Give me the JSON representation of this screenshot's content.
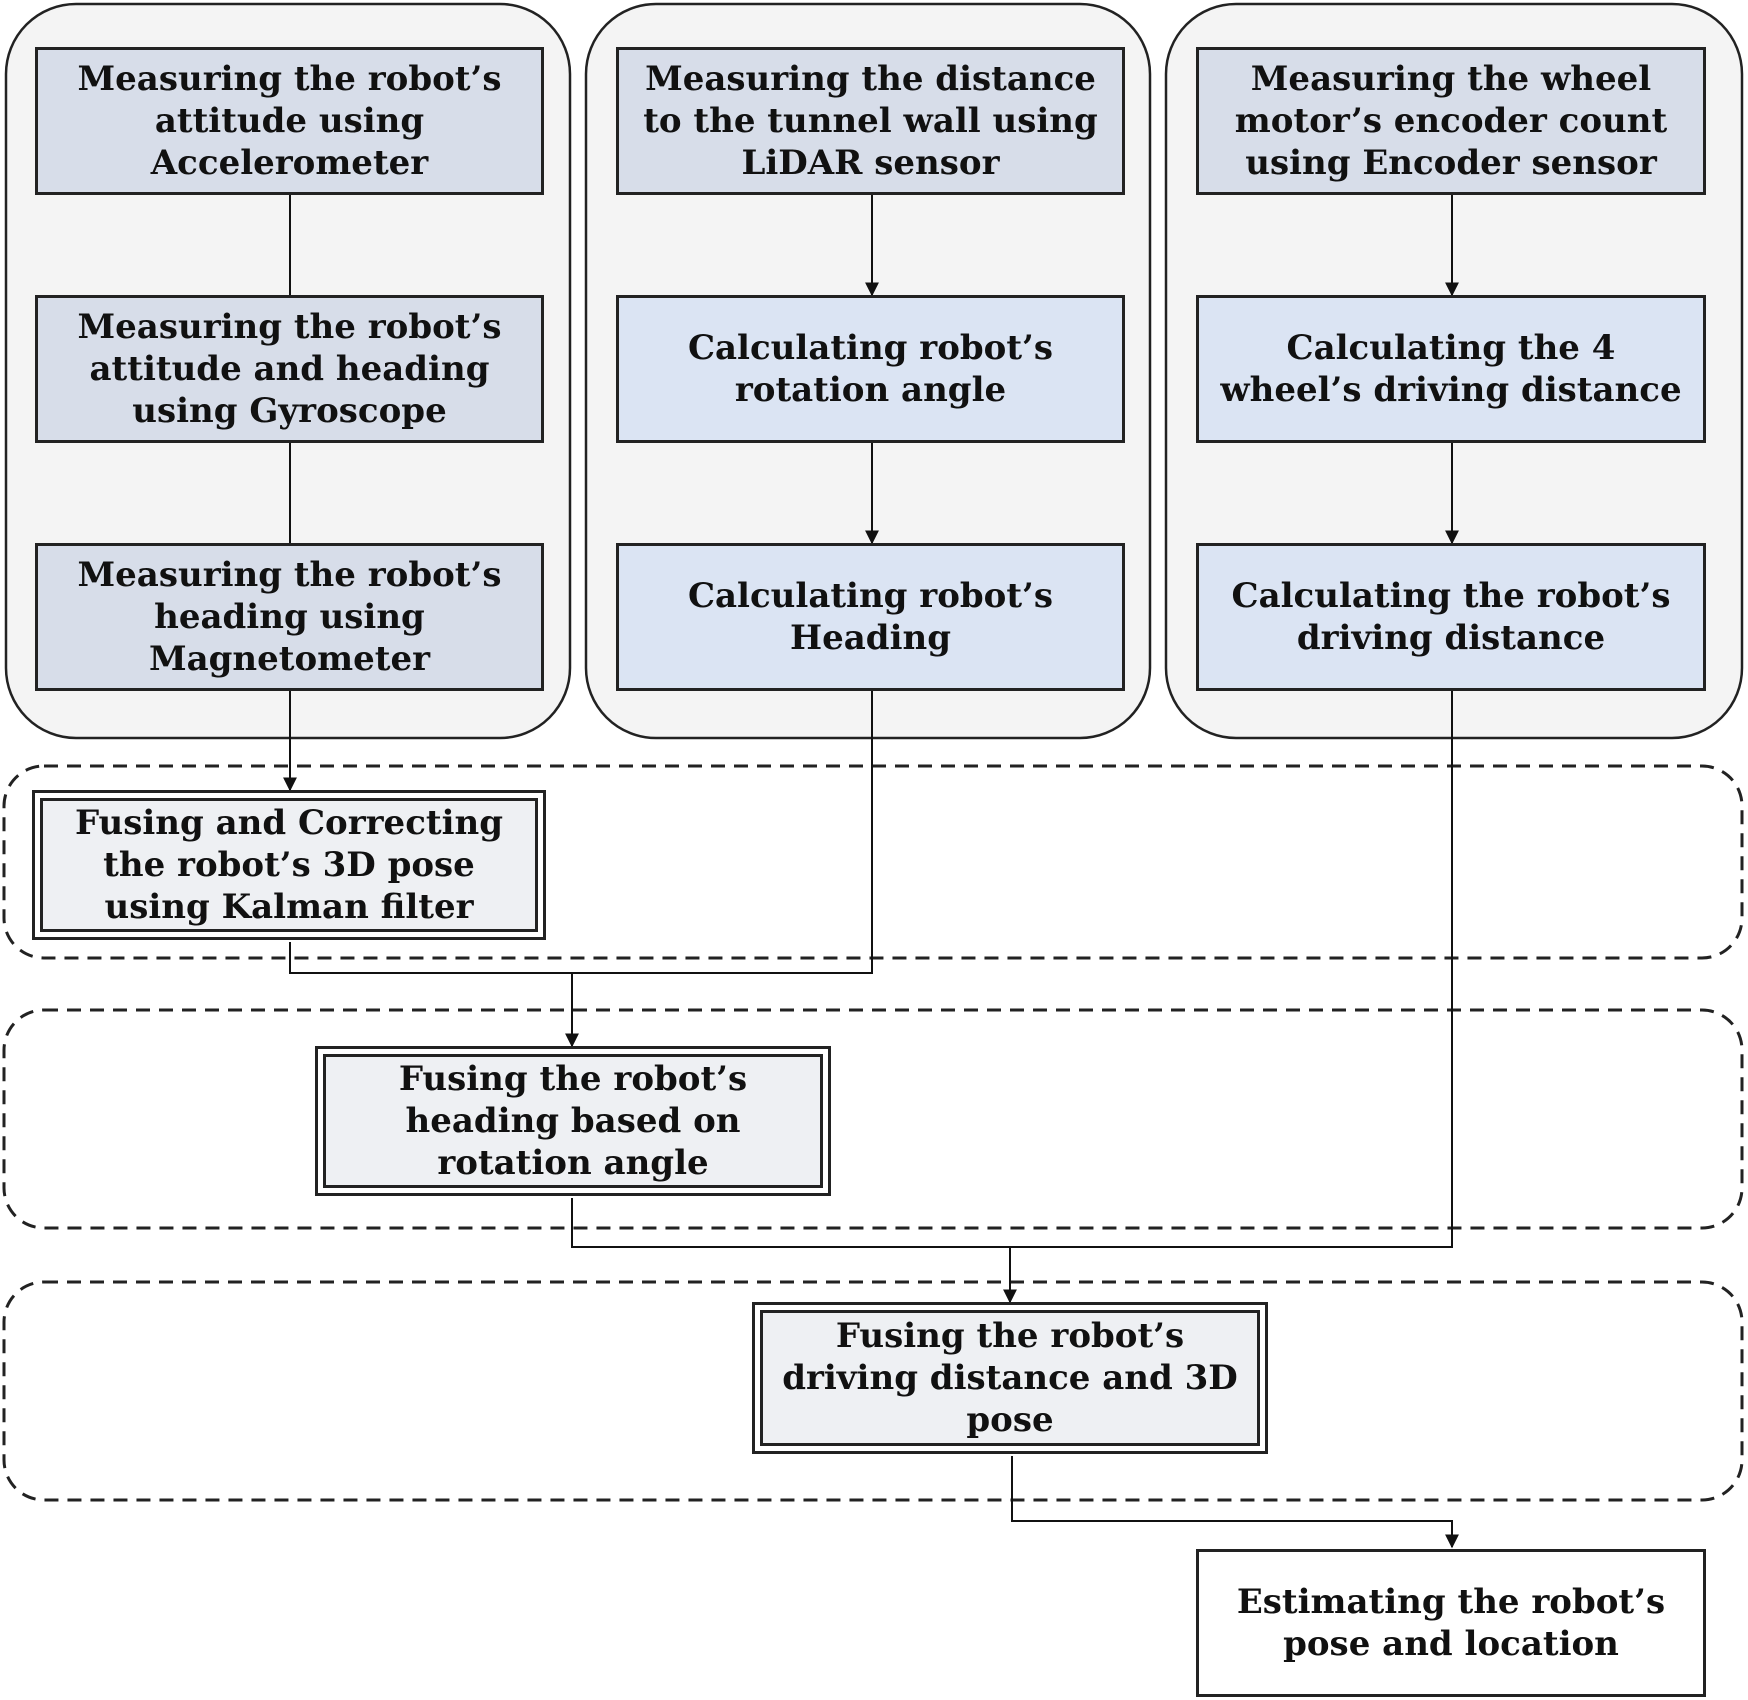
{
  "nodes": {
    "accelerometer": "Measuring the robot’s attitude using Accelerometer",
    "gyroscope": "Measuring the robot’s attitude and heading using Gyroscope",
    "magnetometer": "Measuring the robot’s heading using Magnetometer",
    "lidar": "Measuring the distance to the tunnel wall using LiDAR sensor",
    "rotation_angle": "Calculating robot’s rotation angle",
    "heading": "Calculating robot’s Heading",
    "encoder": "Measuring the wheel motor’s encoder count using Encoder sensor",
    "wheel_distance": "Calculating the 4 wheel’s driving distance",
    "driving_distance": "Calculating the robot’s driving distance",
    "kalman": "Fusing and Correcting the robot’s 3D pose using Kalman filter",
    "fuse_heading": "Fusing the robot’s heading based on rotation angle",
    "fuse_distance": "Fusing the robot’s driving distance and 3D pose",
    "estimate": "Estimating the robot’s pose and location"
  }
}
